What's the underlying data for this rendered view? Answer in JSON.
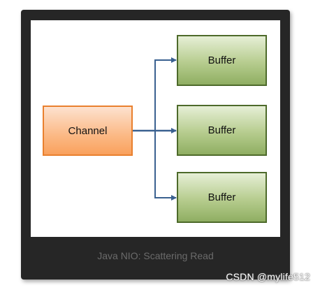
{
  "diagram": {
    "caption": "Java NIO: Scattering Read",
    "channel": {
      "label": "Channel"
    },
    "buffers": [
      {
        "label": "Buffer"
      },
      {
        "label": "Buffer"
      },
      {
        "label": "Buffer"
      }
    ]
  },
  "watermark": "CSDN @mylife512",
  "colors": {
    "frame": "#262626",
    "channel_fill": "#fbb985",
    "channel_border": "#e9802e",
    "buffer_fill": "#b6cc8e",
    "buffer_border": "#4d6a2a",
    "arrow": "#3a6190"
  }
}
